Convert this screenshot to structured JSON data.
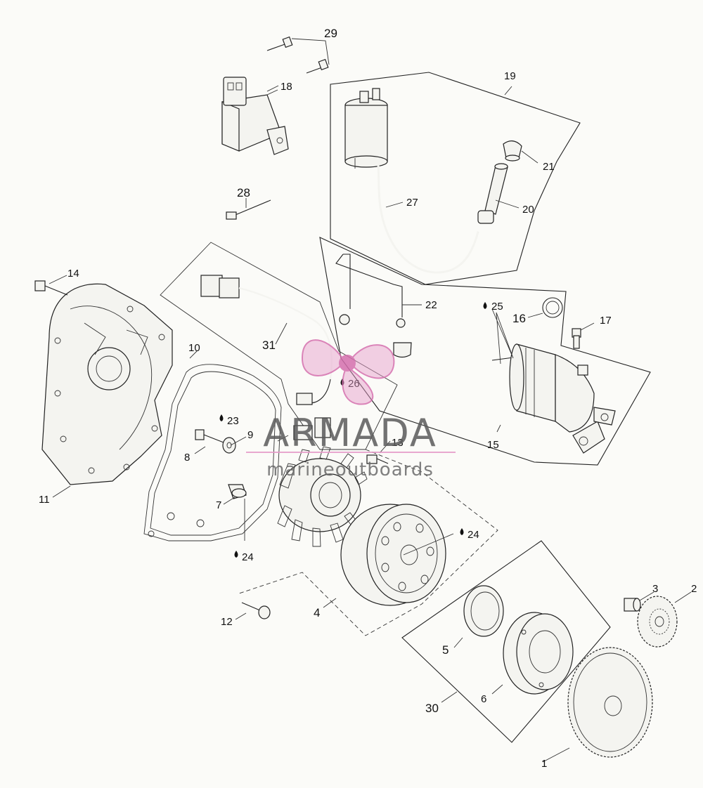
{
  "watermark": {
    "brand": "ARMADA",
    "tagline": "marineoutboards",
    "accent_color": "#e59ac8",
    "text_color": "#5b5b5b"
  },
  "callouts": {
    "c1": "1",
    "c2": "2",
    "c3": "3",
    "c4": "4",
    "c5": "5",
    "c6": "6",
    "c7": "7",
    "c8": "8",
    "c9": "9",
    "c10": "10",
    "c11": "11",
    "c12": "12",
    "c13": "13",
    "c14": "14",
    "c15": "15",
    "c16": "16",
    "c17": "17",
    "c18": "18",
    "c19": "19",
    "c20": "20",
    "c21": "21",
    "c22": "22",
    "c23": "23",
    "c24a": "24",
    "c24b": "24",
    "c25": "25",
    "c26": "26",
    "c27": "27",
    "c28": "28",
    "c29": "29",
    "c30": "30",
    "c31": "31"
  }
}
